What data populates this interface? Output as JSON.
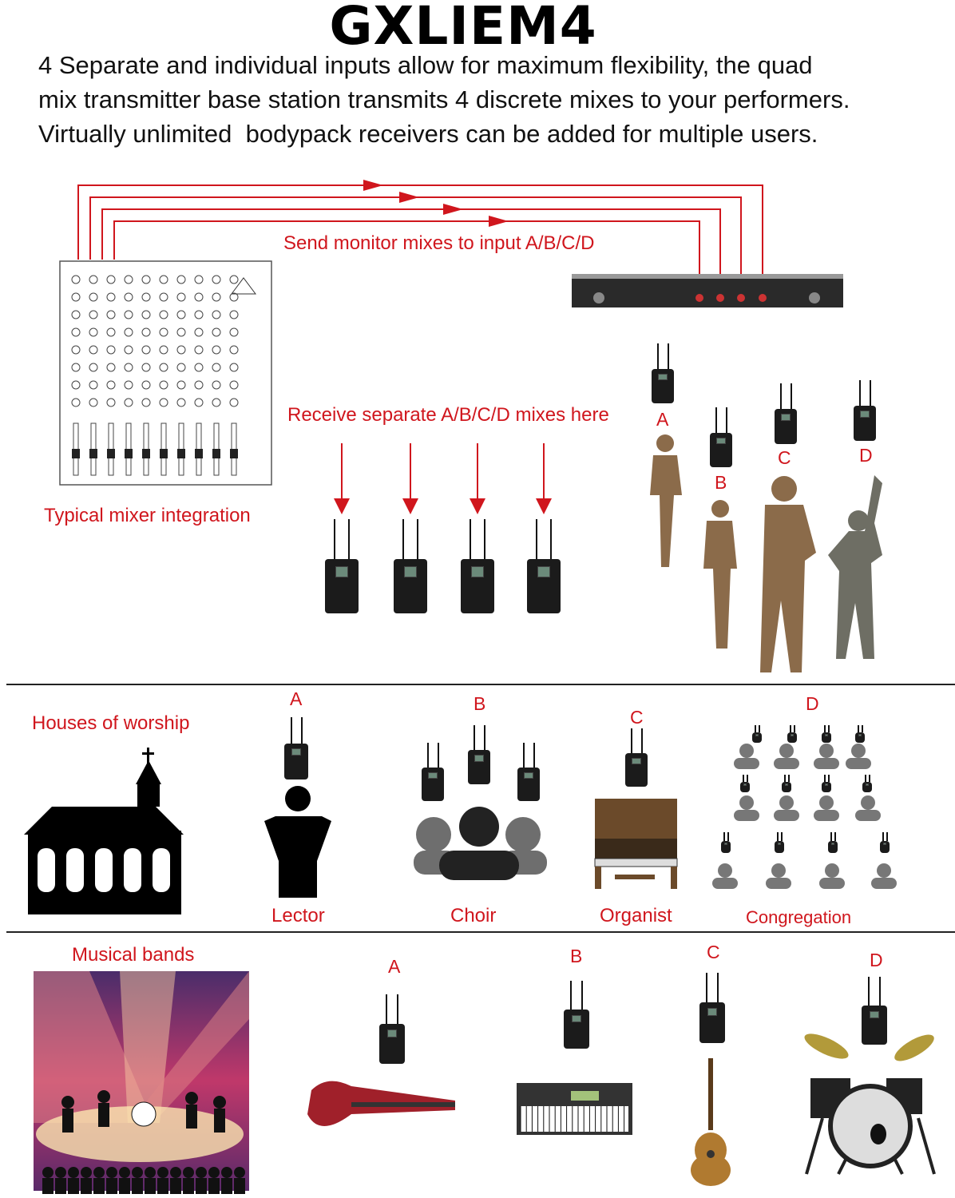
{
  "title": "GXLIEM4",
  "description": "4 Separate and individual inputs allow for maximum flexibility, the quad\nmix transmitter base station transmits 4 discrete mixes to your performers.\nVirtually unlimited  bodypack receivers can be added for multiple users.",
  "diagram": {
    "send_label": "Send monitor mixes to input A/B/C/D",
    "receive_label": "Receive separate A/B/C/D mixes here",
    "mixer_label": "Typical mixer integration",
    "performer_letters": [
      "A",
      "B",
      "C",
      "D"
    ]
  },
  "worship": {
    "heading": "Houses of worship",
    "letters": [
      "A",
      "B",
      "C",
      "D"
    ],
    "groups": [
      "Lector",
      "Choir",
      "Organist",
      "Congregation"
    ]
  },
  "bands": {
    "heading": "Musical bands",
    "letters": [
      "A",
      "B",
      "C",
      "D"
    ]
  },
  "colors": {
    "accent": "#d0161d",
    "silhouette_brown": "#8b6b4a",
    "silhouette_gray": "#6e6e64"
  }
}
